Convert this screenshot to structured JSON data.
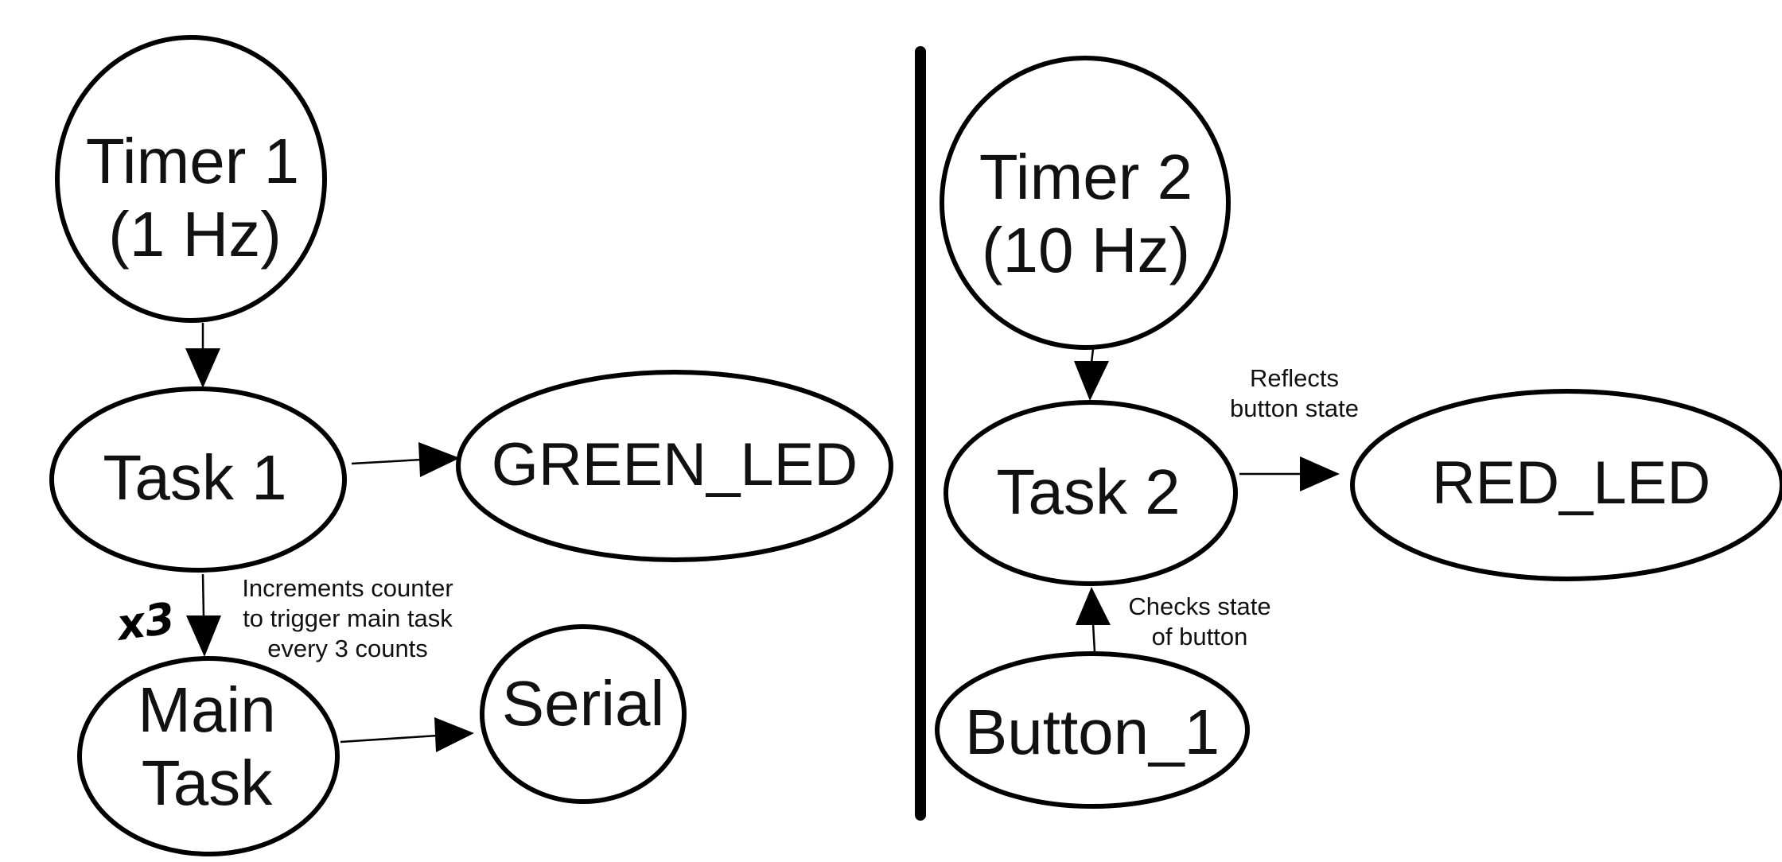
{
  "diagram": {
    "left": {
      "timer": {
        "line1": "Timer 1",
        "line2": "(1 Hz)"
      },
      "task": {
        "label": "Task 1"
      },
      "led": {
        "label": "GREEN_LED"
      },
      "main": {
        "line1": "Main",
        "line2": "Task"
      },
      "serial": {
        "label": "Serial"
      },
      "multiplier": "x3",
      "note": {
        "line1": "Increments counter",
        "line2": "to trigger main task",
        "line3": "every 3 counts"
      }
    },
    "right": {
      "timer": {
        "line1": "Timer 2",
        "line2": "(10 Hz)"
      },
      "task": {
        "label": "Task 2"
      },
      "led": {
        "label": "RED_LED"
      },
      "button": {
        "label": "Button_1"
      },
      "note_led": {
        "line1": "Reflects",
        "line2": "button state"
      },
      "note_button": {
        "line1": "Checks state",
        "line2": "of button"
      }
    }
  }
}
